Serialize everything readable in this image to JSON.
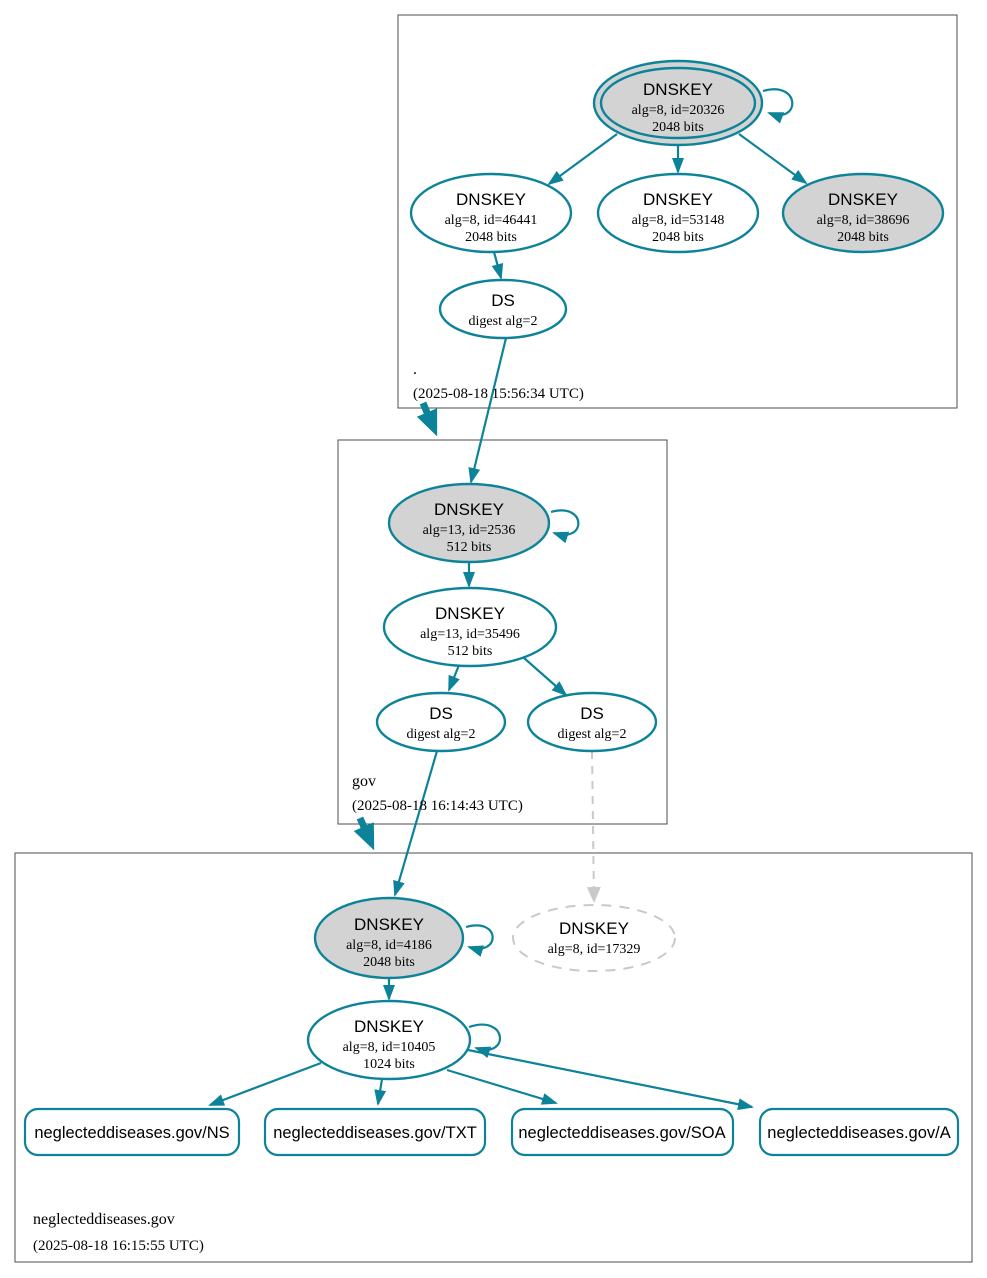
{
  "diagram_type": "dnssec-authentication-chain",
  "colors": {
    "secure_edge": "#0d8399",
    "ksk_fill": "#d3d3d3",
    "zsk_fill": "#ffffff",
    "missing_key": "#c9c9c9",
    "zone_border": "#4d4d4d",
    "text": "#000000"
  },
  "zones": {
    "root": {
      "name": ".",
      "timestamp": "(2025-08-18 15:56:34 UTC)"
    },
    "gov": {
      "name": "gov",
      "timestamp": "(2025-08-18 16:14:43 UTC)"
    },
    "nd": {
      "name": "neglecteddiseases.gov",
      "timestamp": "(2025-08-18 16:15:55 UTC)"
    }
  },
  "nodes": {
    "root_ksk_20326": {
      "title": "DNSKEY",
      "line1": "alg=8, id=20326",
      "line2": "2048 bits"
    },
    "root_zsk_46441": {
      "title": "DNSKEY",
      "line1": "alg=8, id=46441",
      "line2": "2048 bits"
    },
    "root_zsk_53148": {
      "title": "DNSKEY",
      "line1": "alg=8, id=53148",
      "line2": "2048 bits"
    },
    "root_ksk_38696": {
      "title": "DNSKEY",
      "line1": "alg=8, id=38696",
      "line2": "2048 bits"
    },
    "root_ds": {
      "title": "DS",
      "line1": "digest alg=2"
    },
    "gov_ksk_2536": {
      "title": "DNSKEY",
      "line1": "alg=13, id=2536",
      "line2": "512 bits"
    },
    "gov_zsk_35496": {
      "title": "DNSKEY",
      "line1": "alg=13, id=35496",
      "line2": "512 bits"
    },
    "gov_ds_1": {
      "title": "DS",
      "line1": "digest alg=2"
    },
    "gov_ds_2": {
      "title": "DS",
      "line1": "digest alg=2"
    },
    "nd_ksk_4186": {
      "title": "DNSKEY",
      "line1": "alg=8, id=4186",
      "line2": "2048 bits"
    },
    "nd_missing_17329": {
      "title": "DNSKEY",
      "line1": "alg=8, id=17329"
    },
    "nd_zsk_10405": {
      "title": "DNSKEY",
      "line1": "alg=8, id=10405",
      "line2": "1024 bits"
    }
  },
  "rrsets": {
    "ns": {
      "label": "neglecteddiseases.gov/NS"
    },
    "txt": {
      "label": "neglecteddiseases.gov/TXT"
    },
    "soa": {
      "label": "neglecteddiseases.gov/SOA"
    },
    "a": {
      "label": "neglecteddiseases.gov/A"
    }
  }
}
